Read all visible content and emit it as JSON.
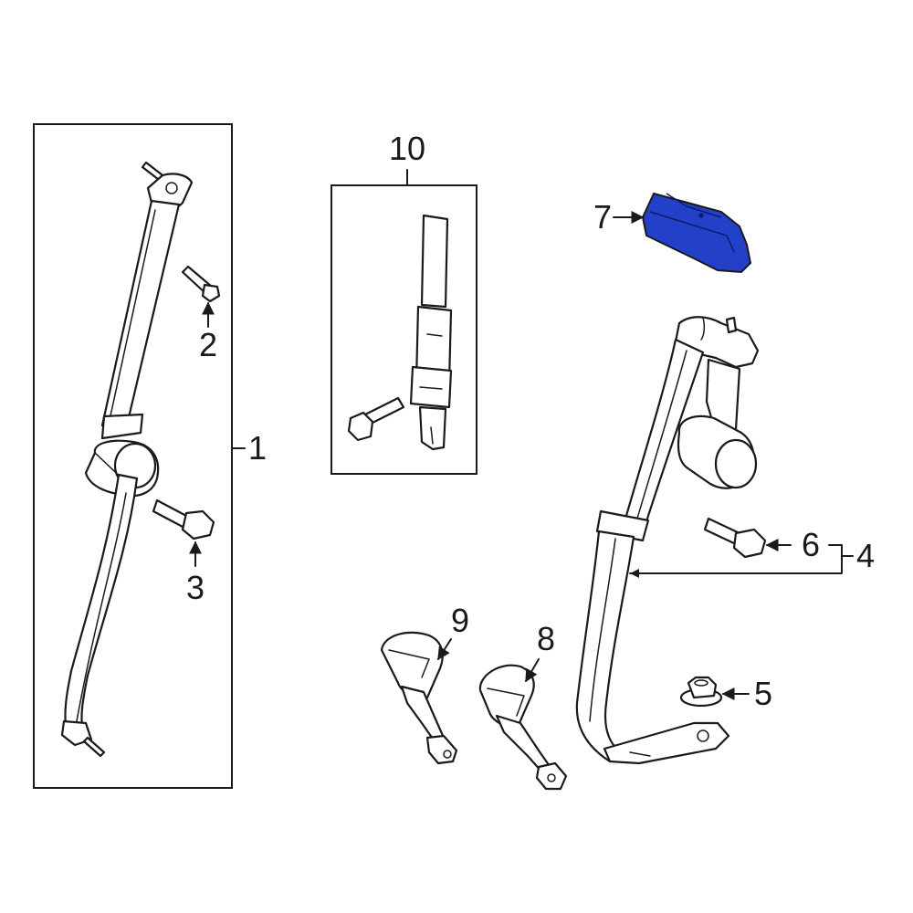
{
  "colors": {
    "highlight": "#2240c8",
    "line": "#1a1a1a",
    "background": "#ffffff"
  },
  "callouts": {
    "c1": "1",
    "c2": "2",
    "c3": "3",
    "c4": "4",
    "c5": "5",
    "c6": "6",
    "c7": "7",
    "c8": "8",
    "c9": "9",
    "c10": "10"
  }
}
